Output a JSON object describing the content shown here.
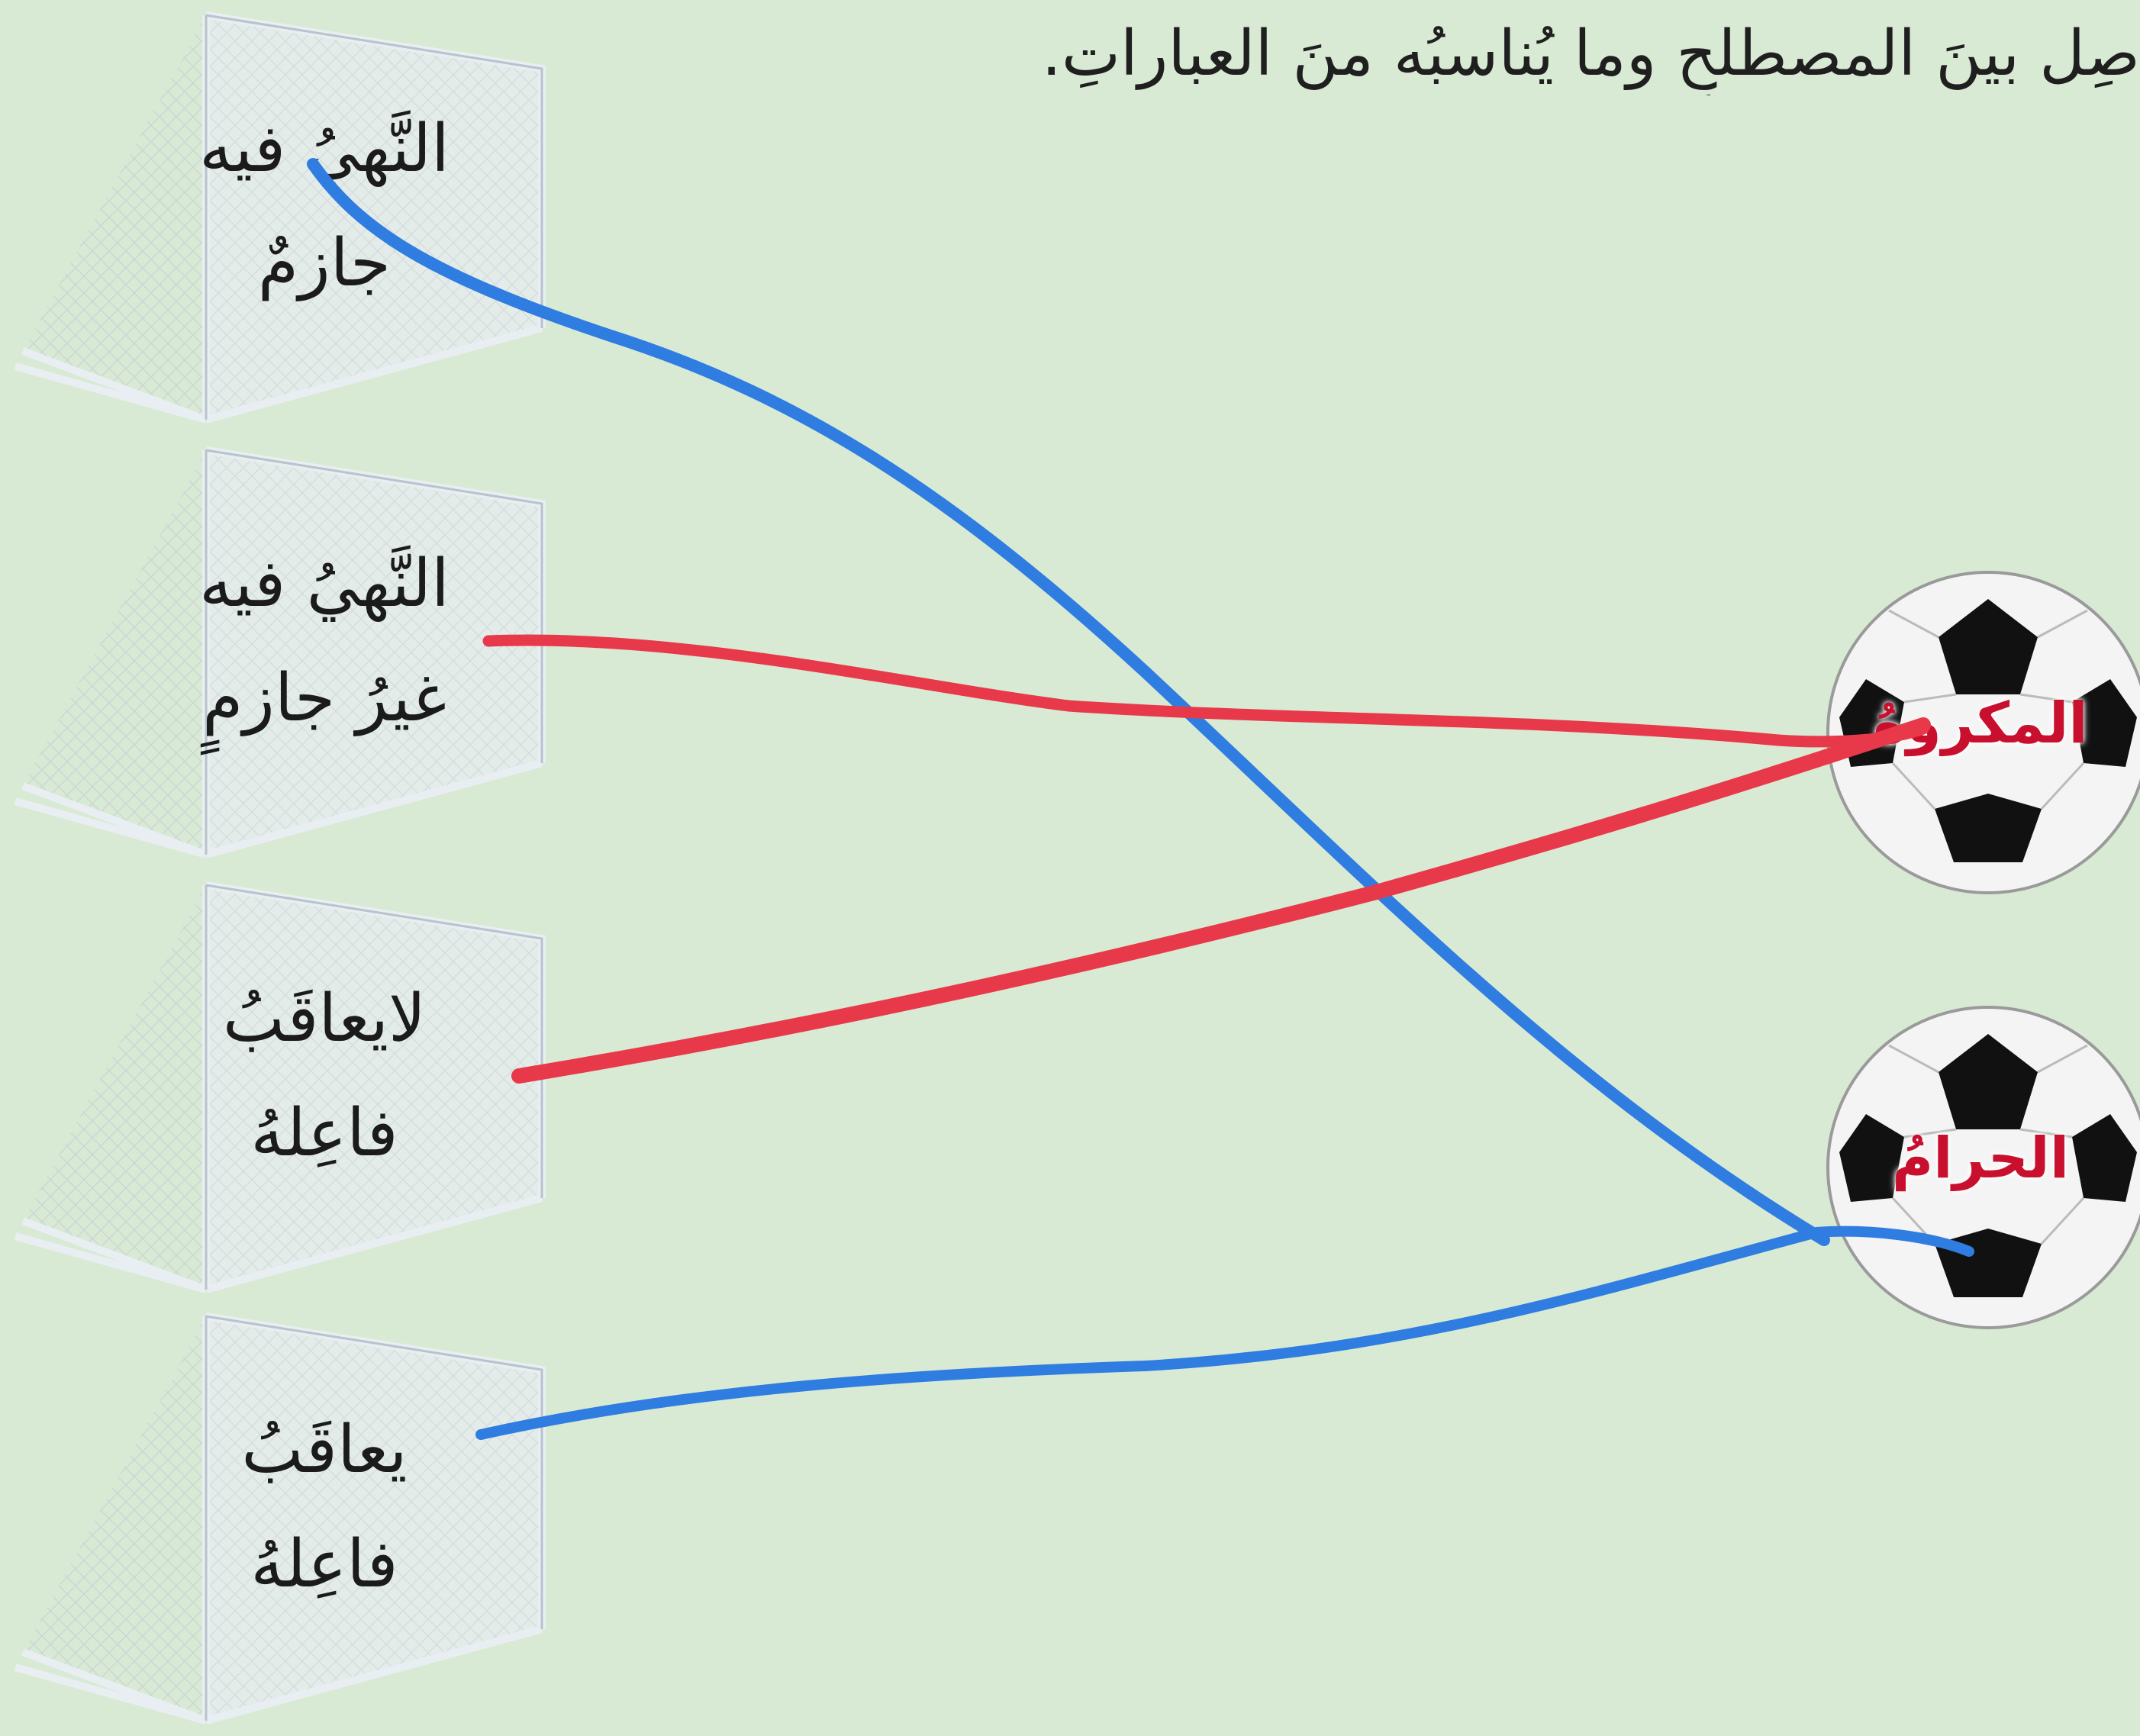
{
  "instruction": "صِل بينَ المصطلحِ وما يُناسبُه منَ العباراتِ.",
  "goals": [
    {
      "label": "النَّهيُ فيه جازمٌ"
    },
    {
      "label": "النَّهيُ فيه غيرُ جازمٍ"
    },
    {
      "label": "لايعاقَبُ فاعِلهُ"
    },
    {
      "label": "يعاقَبُ فاعِلهُ"
    }
  ],
  "balls": [
    {
      "label": "المكروهُ"
    },
    {
      "label": "الحرامُ"
    }
  ],
  "connections": [
    {
      "from_goal": 1,
      "to_ball": 2,
      "color": "#2f7de1"
    },
    {
      "from_goal": 2,
      "to_ball": 1,
      "color": "#e8394a"
    },
    {
      "from_goal": 3,
      "to_ball": 1,
      "color": "#e8394a"
    },
    {
      "from_goal": 4,
      "to_ball": 2,
      "color": "#2f7de1"
    }
  ],
  "colors": {
    "background": "#d8ead3",
    "ball_label": "#c8102e",
    "line_blue": "#2f7de1",
    "line_red": "#e8394a"
  }
}
